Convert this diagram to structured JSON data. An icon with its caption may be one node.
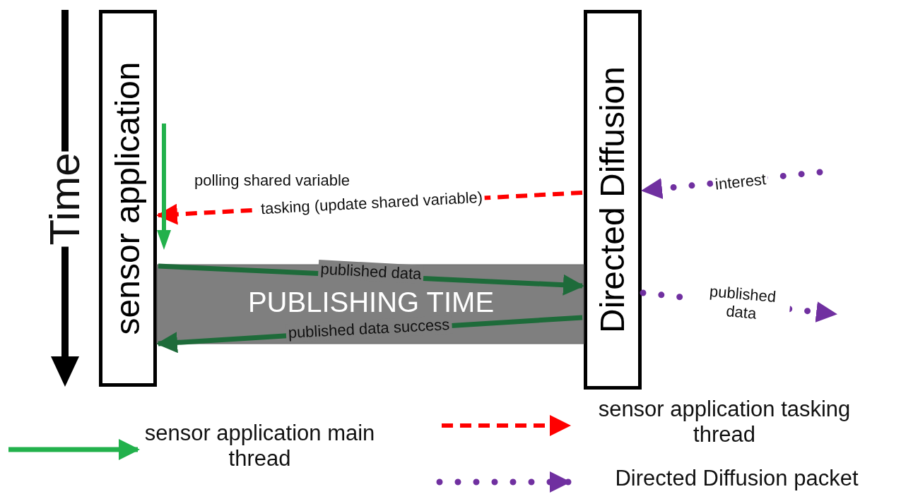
{
  "diagram": {
    "nodes": [
      {
        "text": [
          "sensor application"
        ]
      },
      {
        "text": [
          "Directed Diffusion"
        ]
      }
    ],
    "edges": [
      {
        "from": null,
        "to": 1,
        "arrow": "to",
        "label": "interest",
        "style": "dashed",
        "color": "#7030a0"
      },
      {
        "from": 1,
        "to": 0,
        "arrow": "to",
        "label": "tasking (update shared variable)",
        "style": "dashed",
        "color": "#ff0000"
      },
      {
        "from": 0,
        "to": 1,
        "arrow": "to",
        "label": "published data",
        "color": "#1e6b3a"
      },
      {
        "from": 1,
        "to": 0,
        "arrow": "to",
        "label": "published data success",
        "color": "#1e6b3a"
      },
      {
        "from": 1,
        "to": null,
        "arrow": "to",
        "label": "published data",
        "style": "dashed",
        "color": "#7030a0"
      }
    ],
    "labels": [
      "Time",
      "polling shared variable",
      "PUBLISHING TIME"
    ],
    "legend": [
      {
        "text": "sensor application main thread"
      },
      {
        "text": "sensor application tasking thread"
      },
      {
        "text": "Directed Diffusion packet"
      }
    ]
  }
}
